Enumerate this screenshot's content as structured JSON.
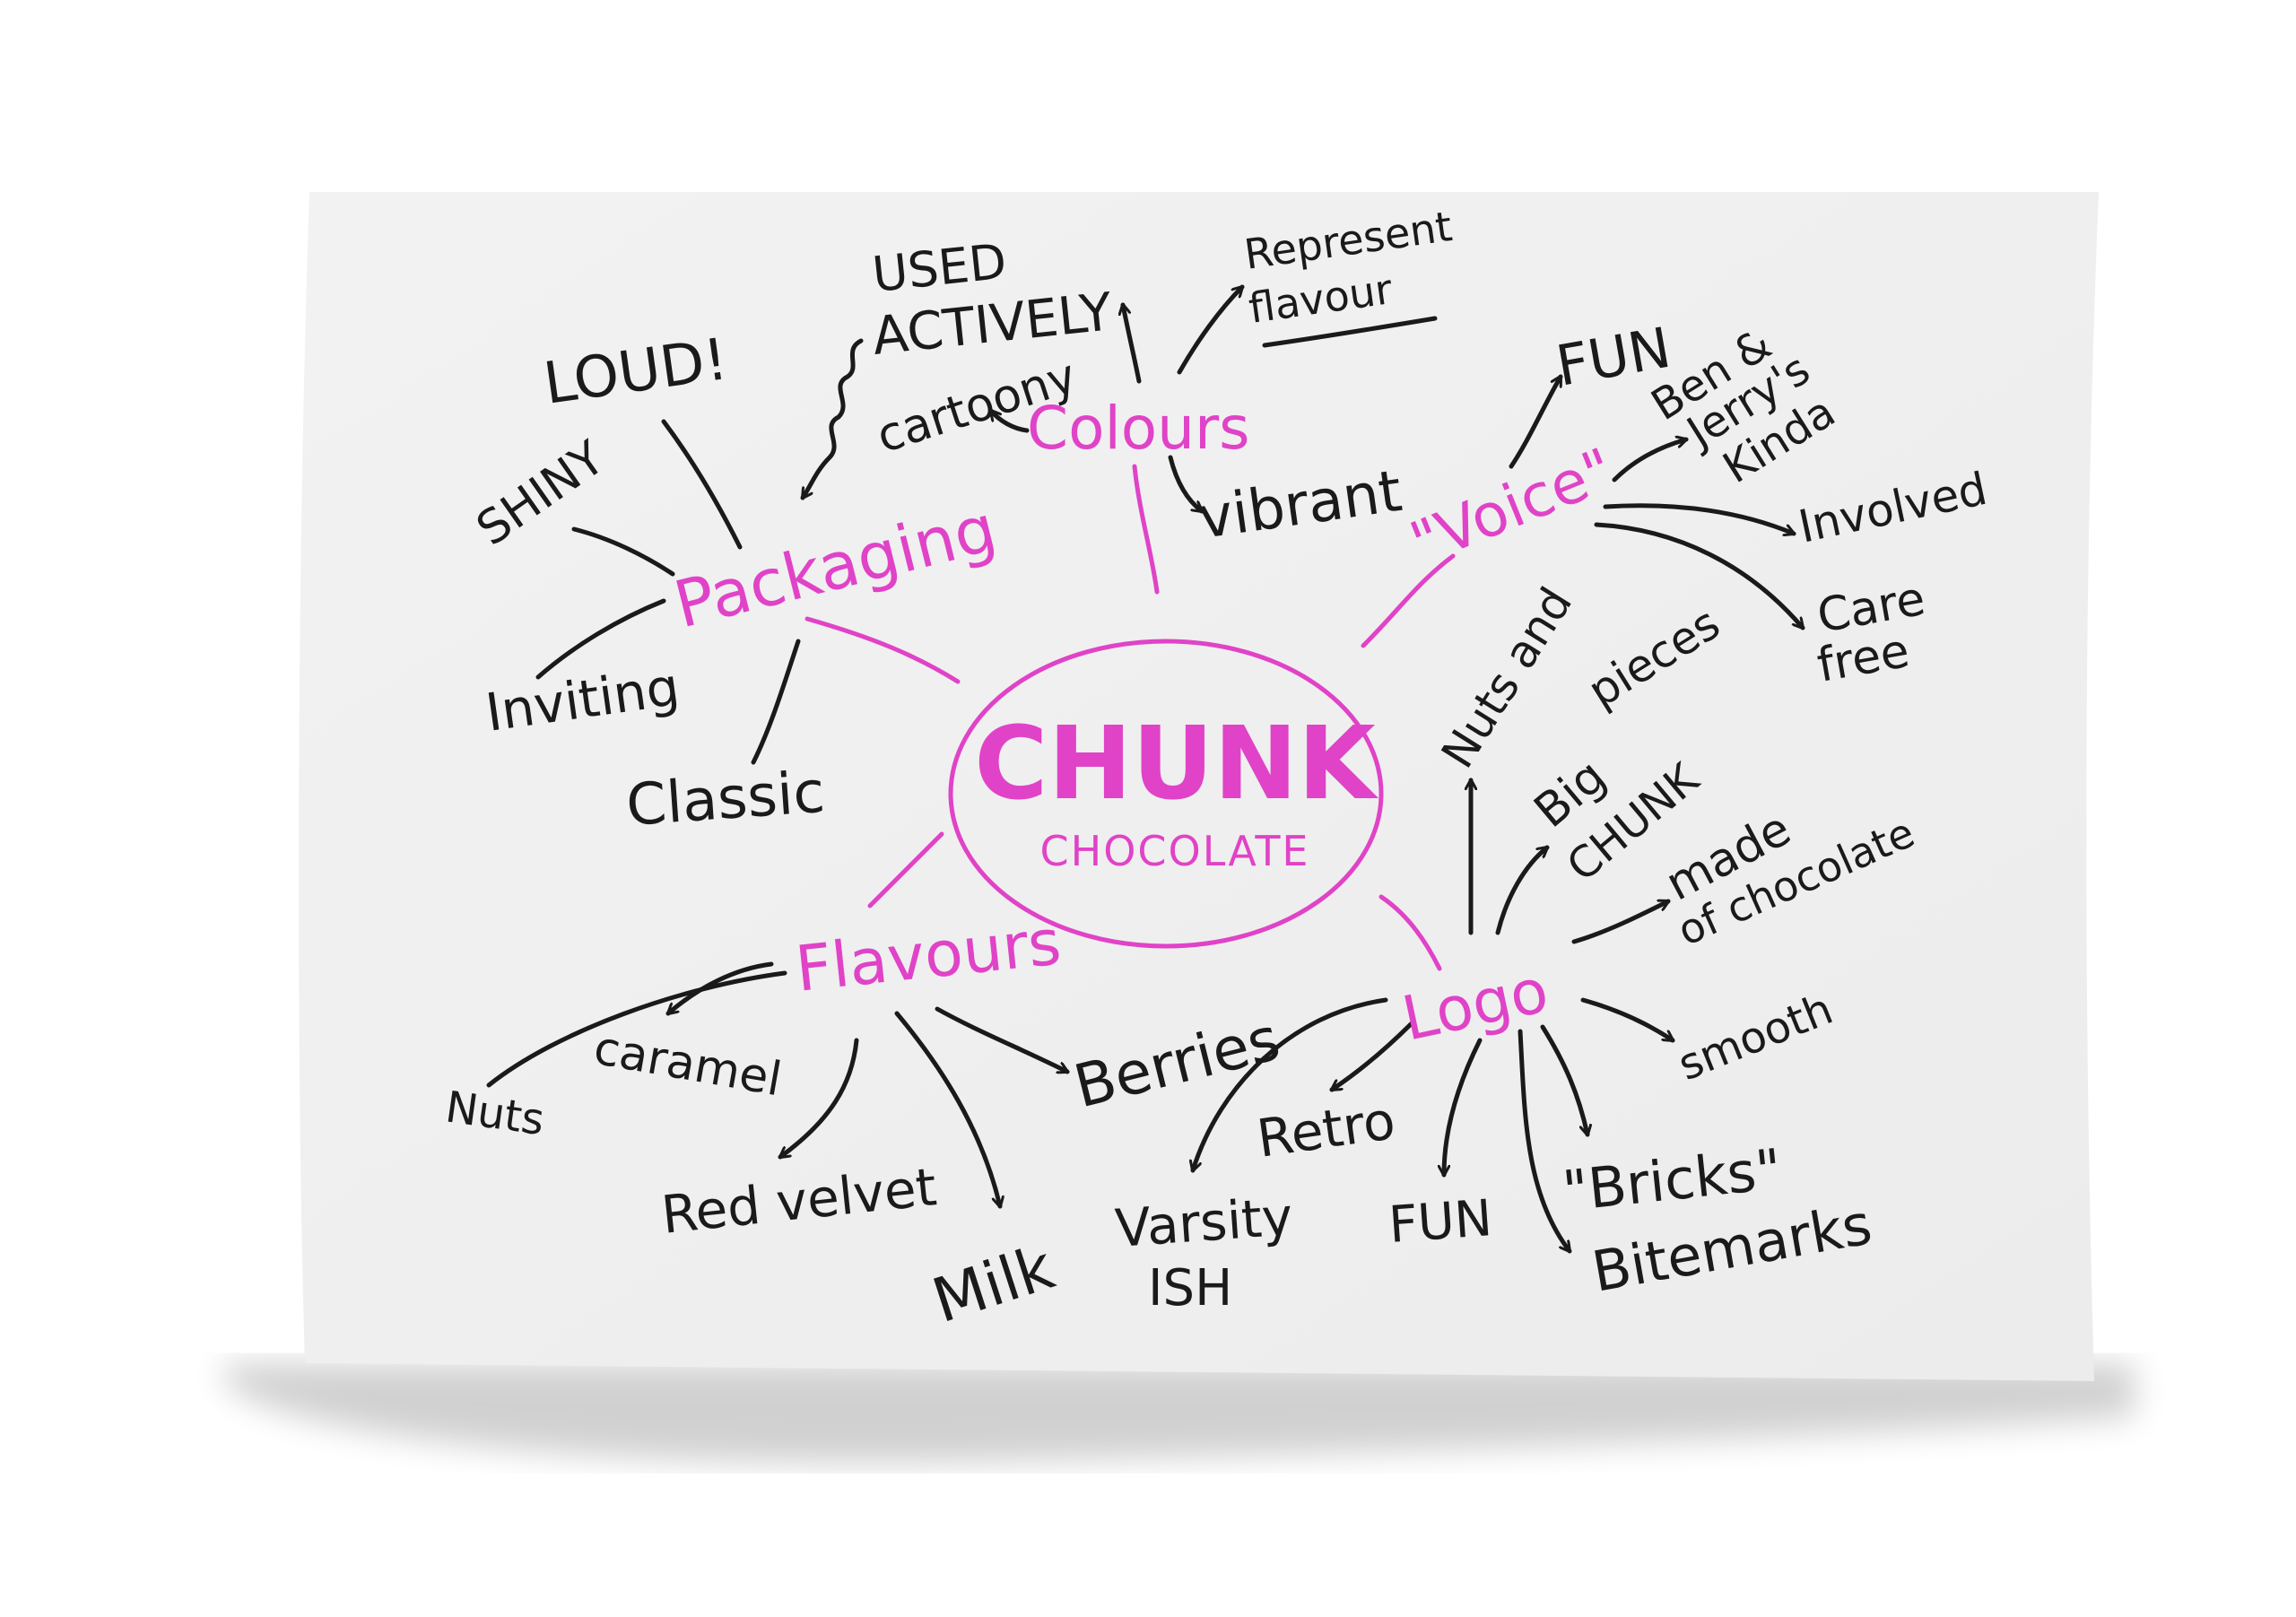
{
  "center": {
    "title": "CHUNK",
    "subtitle": "CHOCOLATE"
  },
  "branches": {
    "packaging": {
      "label": "Packaging",
      "items": [
        "LOUD!",
        "SHINY",
        "Inviting",
        "Classic"
      ]
    },
    "colours": {
      "label": "Colours",
      "used_line1": "USED",
      "used_line2": "ACTIVELY",
      "cartoony": "cartoony",
      "represent_line1": "Represent",
      "represent_line2": "flavour",
      "vibrant": "vibrant"
    },
    "voice": {
      "label": "\"Voice\"",
      "fun": "FUN",
      "ben_line1": "Ben &",
      "ben_line2": "Jerry's",
      "ben_line3": "Kinda",
      "involved": "Involved",
      "care_line1": "Care",
      "care_line2": "free"
    },
    "flavours": {
      "label": "Flavours",
      "items": [
        "caramel",
        "Nuts",
        "Red velvet",
        "Milk",
        "Berries"
      ]
    },
    "logo": {
      "label": "Logo",
      "nuts_line1": "Nuts and",
      "nuts_line2": "pieces",
      "big_line1": "Big",
      "big_line2": "CHUNK",
      "made_line1": "made",
      "made_line2": "of chocolate",
      "smooth": "smooth",
      "bricks": "\"Bricks\"",
      "bitemarks": "Bitemarks",
      "fun": "FUN",
      "retro": "Retro",
      "varsity_line1": "Varsity",
      "varsity_line2": "ISH"
    }
  },
  "colors": {
    "pink": "#e043c7",
    "ink": "#1a1a1a",
    "paper": "#efefef"
  }
}
